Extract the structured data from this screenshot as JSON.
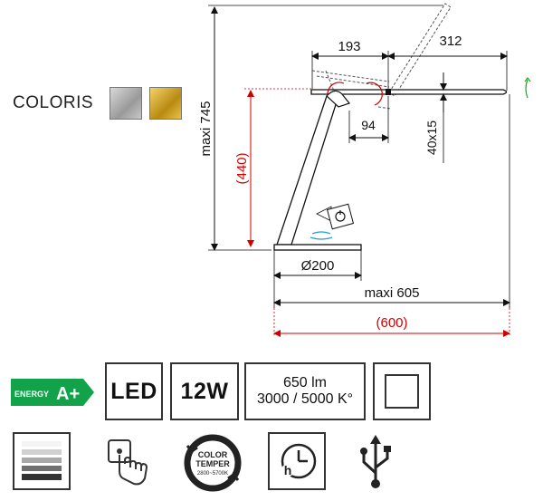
{
  "coloris": {
    "label": "COLORIS",
    "swatches": [
      {
        "name": "silver",
        "color": "#b8b8b8"
      },
      {
        "name": "gold",
        "color": "#d4a520"
      }
    ]
  },
  "dimensions": {
    "height_max": "maxi 745",
    "height_ref": "(440)",
    "arm_top": "193",
    "arm_right": "312",
    "head_section": "40x15",
    "joint_offset": "94",
    "base_diameter": "Ø200",
    "width_max": "maxi 605",
    "width_ref": "(600)"
  },
  "colors": {
    "line": "#111111",
    "red_dim": "#d00000",
    "green_rotate": "#22aa22",
    "cyan_rotate": "#1aa0d0",
    "energy_green": "#12a34a"
  },
  "specs": {
    "energy_label": "ENERGY",
    "energy_class": "A+",
    "led": "LED",
    "power": "12W",
    "lumen": "650 lm",
    "temperature": "3000 / 5000 K°"
  },
  "icons": {
    "dimmer": "dimmer-icon",
    "touch": "touch-icon",
    "color_temper_top": "COLOR",
    "color_temper_mid": "TEMPER",
    "color_temper_range": "2800~5700K",
    "timer": "timer-icon",
    "usb": "usb-icon",
    "square": "square-icon"
  }
}
